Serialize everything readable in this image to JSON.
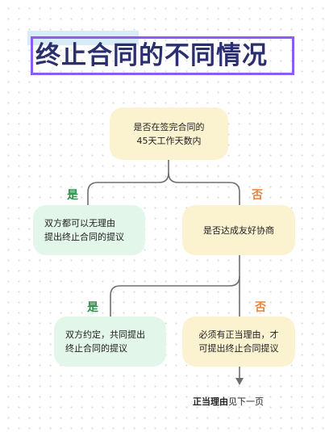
{
  "title": "终止合同的不同情况",
  "nodes": {
    "root": "是否在签完合同的\n45天工作天数内",
    "mutual_right": "双方都可以无理由\n提出终止合同的提议",
    "agree_question": "是否达成友好协商",
    "agreed_result": "双方约定，共同提出\n终止合同的提议",
    "reason_needed": "必须有正当理由，才\n可提出终止合同提议"
  },
  "labels": {
    "yes1": "是",
    "no1": "否",
    "yes2": "是",
    "no2": "否"
  },
  "footer": {
    "bold": "正当理由",
    "rest": "见下一页"
  }
}
